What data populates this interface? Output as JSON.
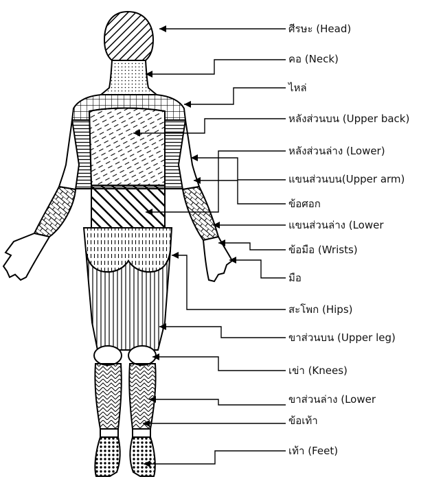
{
  "labels": {
    "head": "ศีรษะ (Head)",
    "neck": "คอ (Neck)",
    "shoulder": "ไหล่",
    "upper_back": "หลังส่วนบน (Upper back)",
    "lower_back": "หลังส่วนล่าง (Lower)",
    "upper_arm": "แขนส่วนบน(Upper arm)",
    "elbow": "ข้อศอก",
    "lower_arm": "แขนส่วนล่าง  (Lower",
    "wrists": "ข้อมือ (Wrists)",
    "hand": "มือ",
    "hips": "สะโพก (Hips)",
    "upper_leg": "ขาส่วนบน (Upper leg)",
    "knees": "เข่า (Knees)",
    "lower_leg": "ขาส่วนล่าง (Lower",
    "ankle": "ข้อเท้า",
    "feet": "เท้า (Feet)"
  }
}
